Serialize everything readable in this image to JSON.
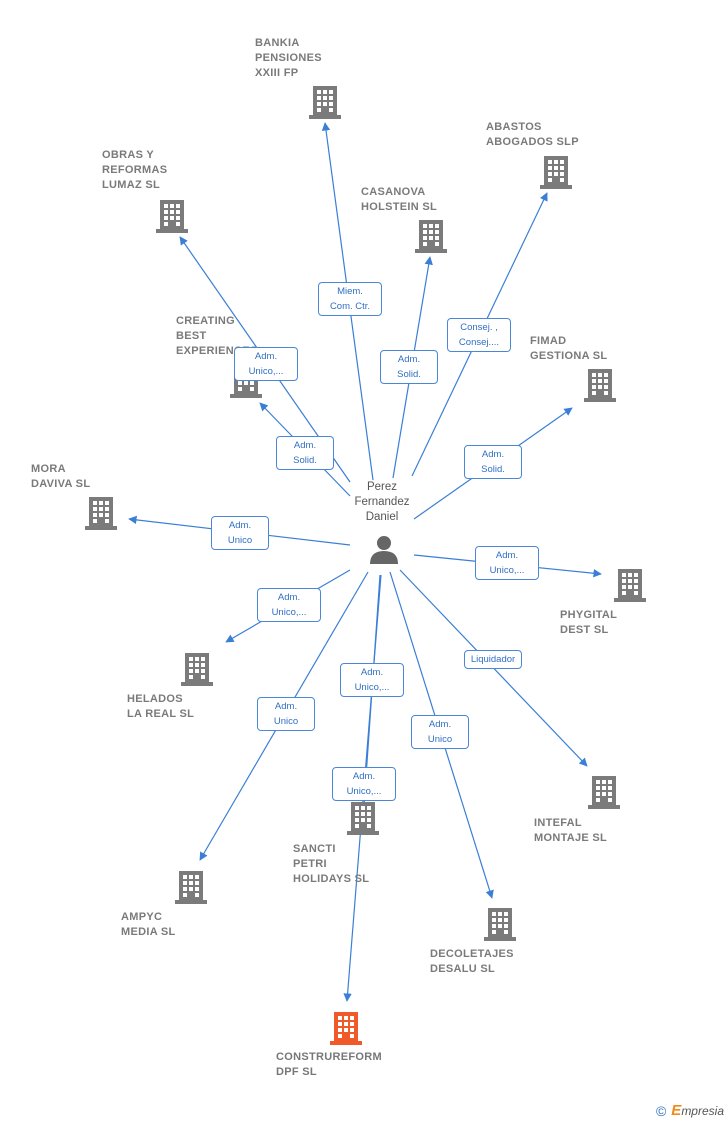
{
  "person": {
    "name": "Perez\nFernandez\nDaniel",
    "icon": "person-icon"
  },
  "colors": {
    "edge": "#3a7fd5",
    "building": "#7b7b7b",
    "highlight": "#f05a28",
    "label_text": "#2f6fc4"
  },
  "companies": [
    {
      "id": "bankia",
      "name": "BANKIA\nPENSIONES\nXXIII FP",
      "icon": "building-icon"
    },
    {
      "id": "abastos",
      "name": "ABASTOS\nABOGADOS SLP",
      "icon": "building-icon"
    },
    {
      "id": "obras",
      "name": "OBRAS Y\nREFORMAS\nLUMAZ  SL",
      "icon": "building-icon"
    },
    {
      "id": "casanova",
      "name": "CASANOVA\nHOLSTEIN  SL",
      "icon": "building-icon"
    },
    {
      "id": "creating",
      "name": "CREATING\nBEST\nEXPERIENCES",
      "icon": "building-icon"
    },
    {
      "id": "fimad",
      "name": "FIMAD\nGESTIONA  SL",
      "icon": "building-icon"
    },
    {
      "id": "mora",
      "name": "MORA\nDAVIVA SL",
      "icon": "building-icon"
    },
    {
      "id": "phygital",
      "name": "PHYGITAL\nDEST  SL",
      "icon": "building-icon"
    },
    {
      "id": "helados",
      "name": "HELADOS\nLA REAL  SL",
      "icon": "building-icon"
    },
    {
      "id": "intefal",
      "name": "INTEFAL\nMONTAJE SL",
      "icon": "building-icon"
    },
    {
      "id": "sancti",
      "name": "SANCTI\nPETRI\nHOLIDAYS  SL",
      "icon": "building-icon"
    },
    {
      "id": "ampyc",
      "name": "AMPYC\nMEDIA  SL",
      "icon": "building-icon"
    },
    {
      "id": "decoletajes",
      "name": "DECOLETAJES\nDESALU SL",
      "icon": "building-icon"
    },
    {
      "id": "construreform",
      "name": "CONSTRUREFORM\nDPF  SL",
      "icon": "building-icon",
      "highlight": true
    }
  ],
  "relations": [
    {
      "target": "bankia",
      "label": "Miem.\nCom. Ctr."
    },
    {
      "target": "abastos",
      "label": "Consej. ,\nConsej...."
    },
    {
      "target": "obras",
      "label": "Adm.\nUnico,..."
    },
    {
      "target": "casanova",
      "label": "Adm.\nSolid."
    },
    {
      "target": "creating",
      "label": "Adm.\nSolid."
    },
    {
      "target": "fimad",
      "label": "Adm.\nSolid."
    },
    {
      "target": "mora",
      "label": "Adm.\nUnico"
    },
    {
      "target": "phygital",
      "label": "Adm.\nUnico,..."
    },
    {
      "target": "helados",
      "label": "Adm.\nUnico,..."
    },
    {
      "target": "intefal",
      "label": "Liquidador"
    },
    {
      "target": "sancti",
      "label": "Adm.\nUnico,..."
    },
    {
      "target": "ampyc",
      "label": "Adm.\nUnico"
    },
    {
      "target": "decoletajes",
      "label": "Adm.\nUnico"
    },
    {
      "target": "construreform",
      "label": "Adm.\nUnico,..."
    }
  ],
  "footer": {
    "copyright": "©",
    "brand_initial": "E",
    "brand_rest": "mpresia"
  }
}
